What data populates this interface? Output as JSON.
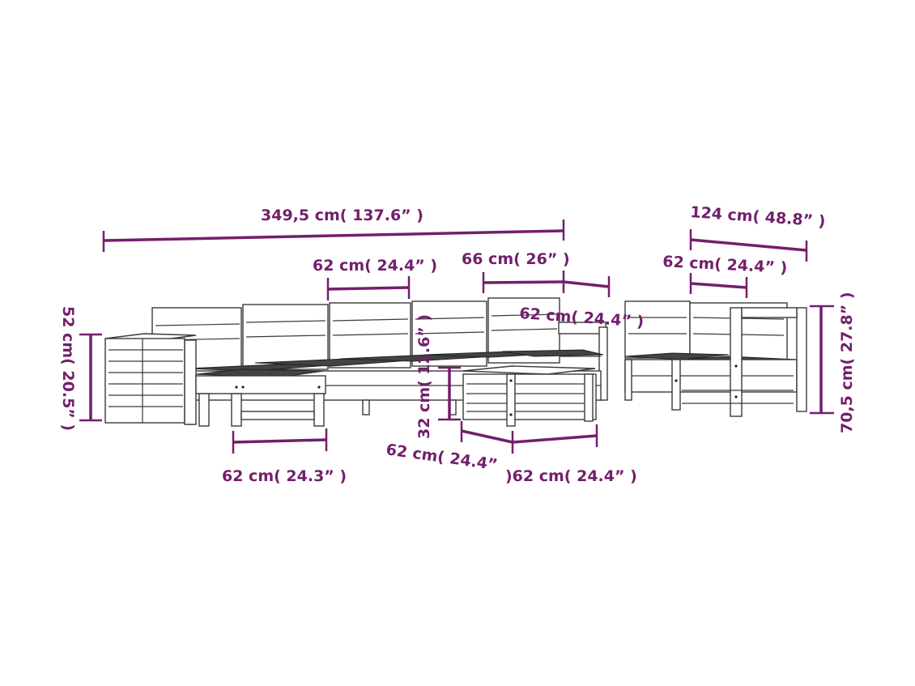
{
  "colors": {
    "dimension": "#731f6b",
    "outline": "#3a3a3a",
    "seat_top": "#444444",
    "background": "#ffffff"
  },
  "dimensions": {
    "total_length": "349,5 cm( 137.6” )",
    "middle_width": "62 cm( 24.4” )",
    "corner_width": "66 cm( 26” )",
    "corner_depth": "62 cm( 24.4” )",
    "set_depth": "124 cm( 48.8” )",
    "armchair_width": "62 cm( 24.4” )",
    "height": "70,5 cm( 27.8” )",
    "box_height": "52 cm( 20.5” )",
    "footstool_width": "62 cm( 24.3” )",
    "table_height": "32 cm( 12.6” )",
    "table_depth": "62 cm( 24.4”",
    "table_width": ")62 cm( 24.4” )"
  }
}
